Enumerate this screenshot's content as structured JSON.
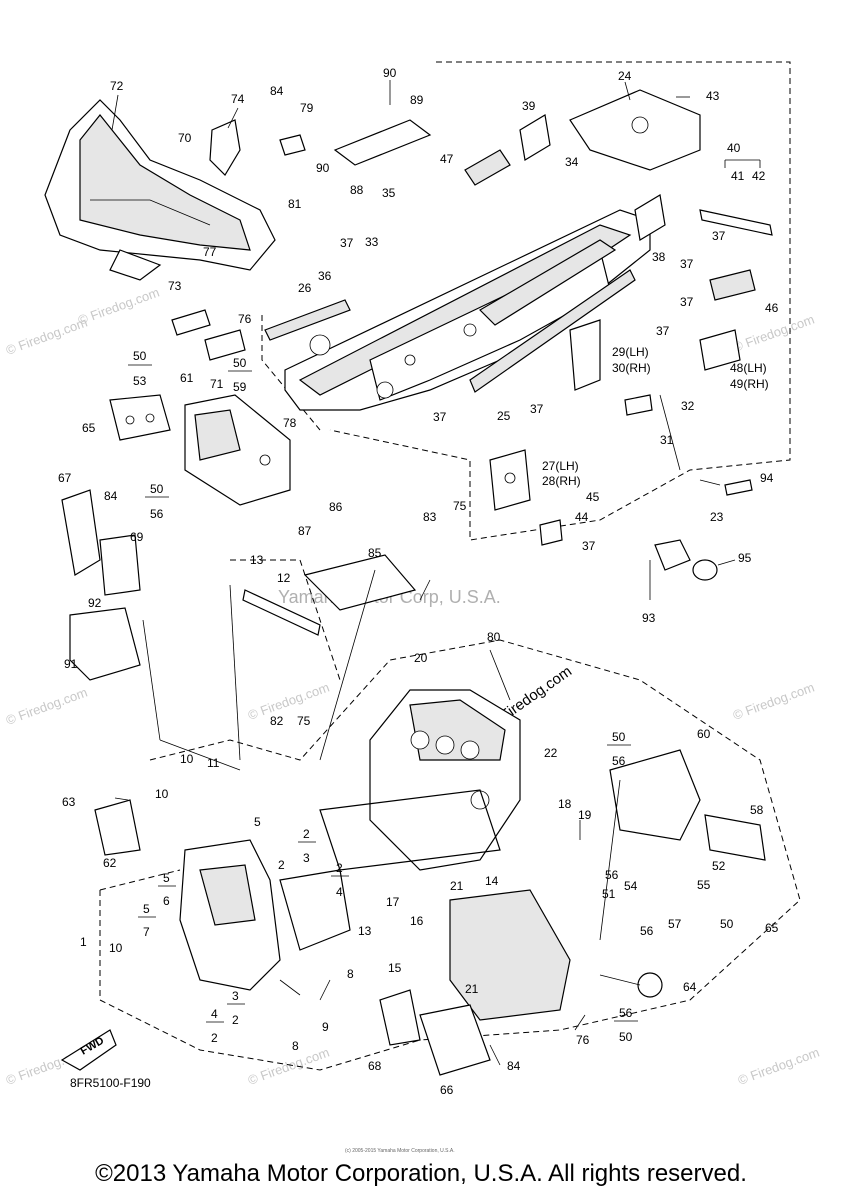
{
  "watermarks": {
    "center": "Yamaha Motor Corp, U.S.A.",
    "site": "© Firedog.com",
    "site_angled": "© Firedog.com"
  },
  "diagram_code": "8FR5100-F190",
  "fwd_label": "FWD",
  "fine_print": "(c) 2005-2015 Yamaha Motor Corporation, U.S.A.",
  "copyright": "©2013 Yamaha Motor Corporation, U.S.A. All rights reserved.",
  "callouts": [
    {
      "id": "c72",
      "label": "72"
    },
    {
      "id": "c74",
      "label": "74"
    },
    {
      "id": "c84a",
      "label": "84"
    },
    {
      "id": "c79",
      "label": "79"
    },
    {
      "id": "c90a",
      "label": "90"
    },
    {
      "id": "c89",
      "label": "89"
    },
    {
      "id": "c24",
      "label": "24"
    },
    {
      "id": "c43",
      "label": "43"
    },
    {
      "id": "c39",
      "label": "39"
    },
    {
      "id": "c70",
      "label": "70"
    },
    {
      "id": "c47",
      "label": "47"
    },
    {
      "id": "c90b",
      "label": "90"
    },
    {
      "id": "c88",
      "label": "88"
    },
    {
      "id": "c35",
      "label": "35"
    },
    {
      "id": "c34",
      "label": "34"
    },
    {
      "id": "c40",
      "label": "40"
    },
    {
      "id": "c41",
      "label": "41"
    },
    {
      "id": "c42",
      "label": "42"
    },
    {
      "id": "c81",
      "label": "81"
    },
    {
      "id": "c37a",
      "label": "37"
    },
    {
      "id": "c33",
      "label": "33"
    },
    {
      "id": "c37b",
      "label": "37"
    },
    {
      "id": "c38",
      "label": "38"
    },
    {
      "id": "c37c",
      "label": "37"
    },
    {
      "id": "c77",
      "label": "77"
    },
    {
      "id": "c36",
      "label": "36"
    },
    {
      "id": "c73",
      "label": "73"
    },
    {
      "id": "c26",
      "label": "26"
    },
    {
      "id": "c37d",
      "label": "37"
    },
    {
      "id": "c46",
      "label": "46"
    },
    {
      "id": "c76a",
      "label": "76"
    },
    {
      "id": "c37e",
      "label": "37"
    },
    {
      "id": "c50a",
      "label": "50"
    },
    {
      "id": "c53",
      "label": "53"
    },
    {
      "id": "c50b",
      "label": "50"
    },
    {
      "id": "c59",
      "label": "59"
    },
    {
      "id": "c71",
      "label": "71"
    },
    {
      "id": "c29",
      "label": "29(LH)"
    },
    {
      "id": "c30",
      "label": "30(RH)"
    },
    {
      "id": "c48",
      "label": "48(LH)"
    },
    {
      "id": "c49",
      "label": "49(RH)"
    },
    {
      "id": "c61",
      "label": "61"
    },
    {
      "id": "c65a",
      "label": "65"
    },
    {
      "id": "c78",
      "label": "78"
    },
    {
      "id": "c37f",
      "label": "37"
    },
    {
      "id": "c25",
      "label": "25"
    },
    {
      "id": "c37g",
      "label": "37"
    },
    {
      "id": "c32",
      "label": "32"
    },
    {
      "id": "c31",
      "label": "31"
    },
    {
      "id": "c27",
      "label": "27(LH)"
    },
    {
      "id": "c28",
      "label": "28(RH)"
    },
    {
      "id": "c94",
      "label": "94"
    },
    {
      "id": "c67",
      "label": "67"
    },
    {
      "id": "c84b",
      "label": "84"
    },
    {
      "id": "c50c",
      "label": "50"
    },
    {
      "id": "c56a",
      "label": "56"
    },
    {
      "id": "c83",
      "label": "83"
    },
    {
      "id": "c75a",
      "label": "75"
    },
    {
      "id": "c45",
      "label": "45"
    },
    {
      "id": "c23",
      "label": "23"
    },
    {
      "id": "c44",
      "label": "44"
    },
    {
      "id": "c86",
      "label": "86"
    },
    {
      "id": "c87",
      "label": "87"
    },
    {
      "id": "c69",
      "label": "69"
    },
    {
      "id": "c37h",
      "label": "37"
    },
    {
      "id": "c95",
      "label": "95"
    },
    {
      "id": "c85",
      "label": "85"
    },
    {
      "id": "c13a",
      "label": "13"
    },
    {
      "id": "c12",
      "label": "12"
    },
    {
      "id": "c92",
      "label": "92"
    },
    {
      "id": "c93",
      "label": "93"
    },
    {
      "id": "c91",
      "label": "91"
    },
    {
      "id": "c80",
      "label": "80"
    },
    {
      "id": "c20",
      "label": "20"
    },
    {
      "id": "c82",
      "label": "82"
    },
    {
      "id": "c75b",
      "label": "75"
    },
    {
      "id": "c60",
      "label": "60"
    },
    {
      "id": "c50d",
      "label": "50"
    },
    {
      "id": "c56b",
      "label": "56"
    },
    {
      "id": "c22",
      "label": "22"
    },
    {
      "id": "c10a",
      "label": "10"
    },
    {
      "id": "c11",
      "label": "11"
    },
    {
      "id": "c63",
      "label": "63"
    },
    {
      "id": "c10b",
      "label": "10"
    },
    {
      "id": "c5a",
      "label": "5"
    },
    {
      "id": "c2a",
      "label": "2"
    },
    {
      "id": "c3a",
      "label": "3"
    },
    {
      "id": "c18",
      "label": "18"
    },
    {
      "id": "c19",
      "label": "19"
    },
    {
      "id": "c58",
      "label": "58"
    },
    {
      "id": "c62",
      "label": "62"
    },
    {
      "id": "c2b",
      "label": "2"
    },
    {
      "id": "c2c",
      "label": "2"
    },
    {
      "id": "c4a",
      "label": "4"
    },
    {
      "id": "c52",
      "label": "52"
    },
    {
      "id": "c5b",
      "label": "5"
    },
    {
      "id": "c6",
      "label": "6"
    },
    {
      "id": "c21a",
      "label": "21"
    },
    {
      "id": "c14",
      "label": "14"
    },
    {
      "id": "c56c",
      "label": "56"
    },
    {
      "id": "c51",
      "label": "51"
    },
    {
      "id": "c54",
      "label": "54"
    },
    {
      "id": "c55",
      "label": "55"
    },
    {
      "id": "c5c",
      "label": "5"
    },
    {
      "id": "c7",
      "label": "7"
    },
    {
      "id": "c17",
      "label": "17"
    },
    {
      "id": "c16",
      "label": "16"
    },
    {
      "id": "c1",
      "label": "1"
    },
    {
      "id": "c13b",
      "label": "13"
    },
    {
      "id": "c57",
      "label": "57"
    },
    {
      "id": "c50e",
      "label": "50"
    },
    {
      "id": "c56d",
      "label": "56"
    },
    {
      "id": "c65b",
      "label": "65"
    },
    {
      "id": "c10c",
      "label": "10"
    },
    {
      "id": "c15",
      "label": "15"
    },
    {
      "id": "c8a",
      "label": "8"
    },
    {
      "id": "c64",
      "label": "64"
    },
    {
      "id": "c3b",
      "label": "3"
    },
    {
      "id": "c2d",
      "label": "2"
    },
    {
      "id": "c4b",
      "label": "4"
    },
    {
      "id": "c2e",
      "label": "2"
    },
    {
      "id": "c21b",
      "label": "21"
    },
    {
      "id": "c9",
      "label": "9"
    },
    {
      "id": "c56e",
      "label": "56"
    },
    {
      "id": "c50f",
      "label": "50"
    },
    {
      "id": "c8b",
      "label": "8"
    },
    {
      "id": "c76b",
      "label": "76"
    },
    {
      "id": "c68",
      "label": "68"
    },
    {
      "id": "c84c",
      "label": "84"
    },
    {
      "id": "c66",
      "label": "66"
    }
  ]
}
